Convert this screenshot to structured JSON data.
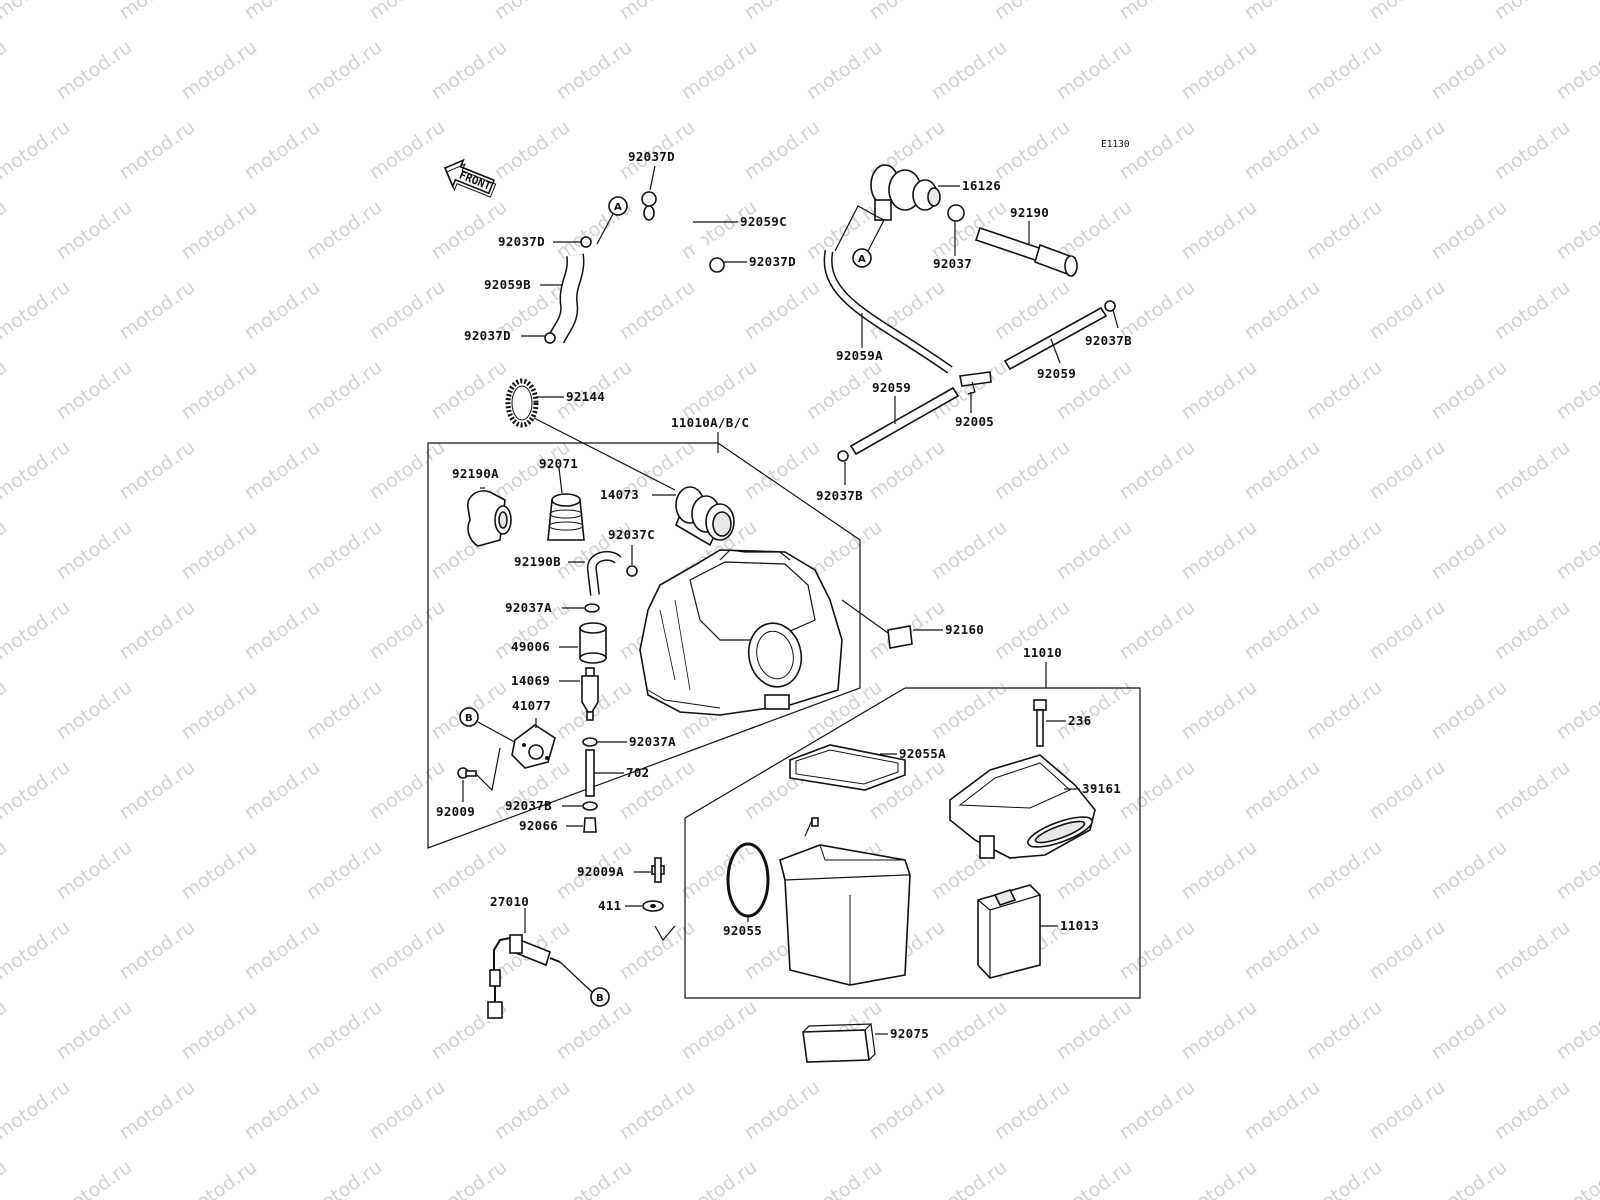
{
  "watermark": "motod.ru",
  "diagram_code": "E1130",
  "front_label": "FRONT",
  "ref_markers": {
    "a": "A",
    "b": "B"
  },
  "parts": {
    "p92037D_1": "92037D",
    "p92037D_2": "92037D",
    "p92037D_3": "92037D",
    "p92037D_4": "92037D",
    "p92059C": "92059C",
    "p92059B": "92059B",
    "p16126": "16126",
    "p92190": "92190",
    "p92037": "92037",
    "p92037B_1": "92037B",
    "p92037B_2": "92037B",
    "p92037B_3": "92037B",
    "p92059A": "92059A",
    "p92059_1": "92059",
    "p92059_2": "92059",
    "p92005": "92005",
    "p92144": "92144",
    "p11010ABC": "11010A/B/C",
    "p92190A": "92190A",
    "p92071": "92071",
    "p14073": "14073",
    "p92037C": "92037C",
    "p92190B": "92190B",
    "p92037A_1": "92037A",
    "p92037A_2": "92037A",
    "p49006": "49006",
    "p14069": "14069",
    "p41077": "41077",
    "p702": "702",
    "p92009": "92009",
    "p92066": "92066",
    "p92160": "92160",
    "p11010": "11010",
    "p236": "236",
    "p92055A": "92055A",
    "p39161": "39161",
    "p92009A": "92009A",
    "p411": "411",
    "p27010": "27010",
    "p92055": "92055",
    "p11013": "11013",
    "p92075": "92075"
  },
  "colors": {
    "ink": "#111111",
    "watermark": "#d2d2d2",
    "background": "#ffffff"
  }
}
